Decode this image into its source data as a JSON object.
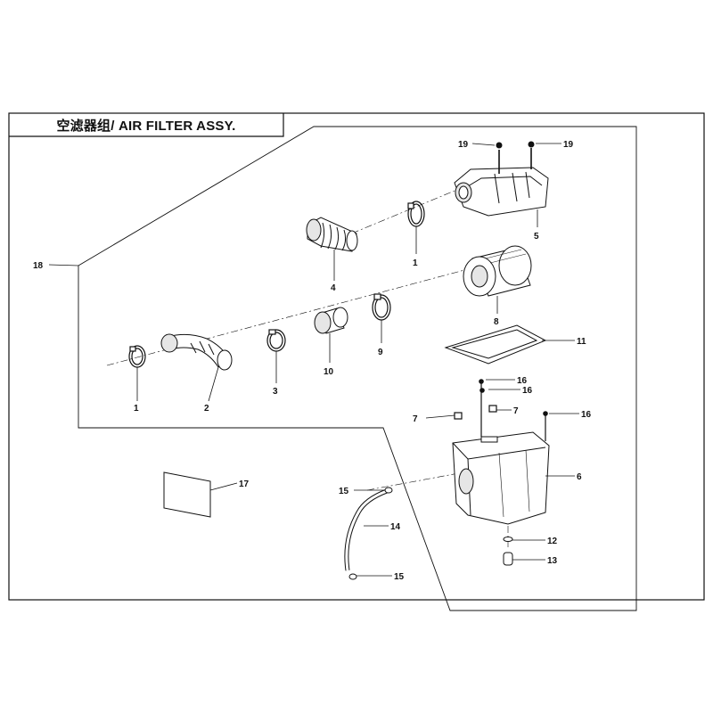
{
  "title": "空滤器组/ AIR FILTER ASSY.",
  "callouts": {
    "c1a": "1",
    "c1b": "1",
    "c2": "2",
    "c3": "3",
    "c4": "4",
    "c5": "5",
    "c6": "6",
    "c7a": "7",
    "c7b": "7",
    "c8": "8",
    "c9": "9",
    "c10": "10",
    "c11": "11",
    "c12": "12",
    "c13": "13",
    "c14": "14",
    "c15a": "15",
    "c15b": "15",
    "c16a": "16",
    "c16b": "16",
    "c16c": "16",
    "c17": "17",
    "c18": "18",
    "c19a": "19",
    "c19b": "19"
  },
  "colors": {
    "line": "#111111",
    "paper": "#ffffff",
    "shade": "#e6e6e6"
  }
}
